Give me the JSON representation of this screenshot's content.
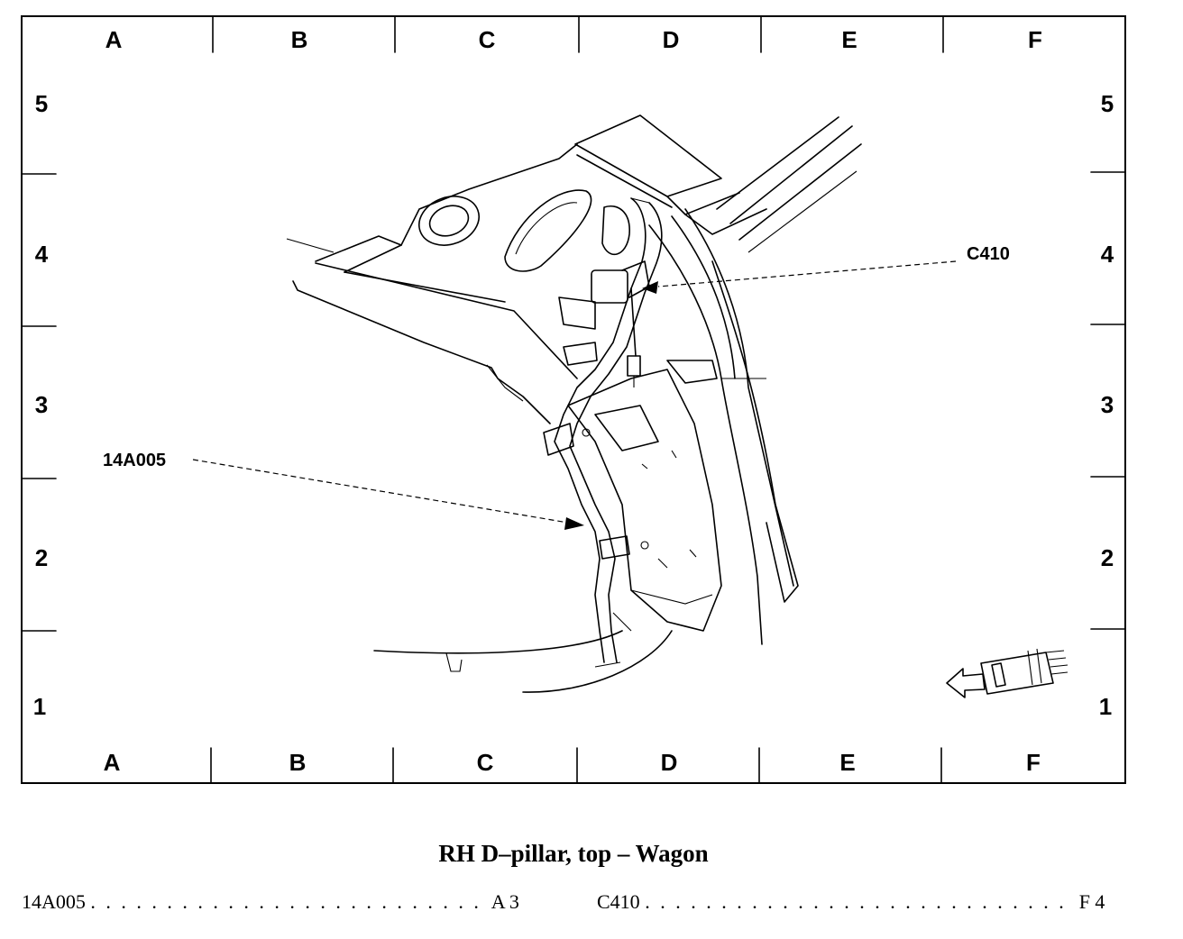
{
  "grid": {
    "columns": [
      "A",
      "B",
      "C",
      "D",
      "E",
      "F"
    ],
    "rows": [
      "5",
      "4",
      "3",
      "2",
      "1"
    ]
  },
  "callouts": {
    "c410": "C410",
    "harness": "14A005"
  },
  "caption": "RH D–pillar, top – Wagon",
  "index": [
    {
      "part": "14A005",
      "location": "A 3"
    },
    {
      "part": "C410",
      "location": "F 4"
    }
  ]
}
